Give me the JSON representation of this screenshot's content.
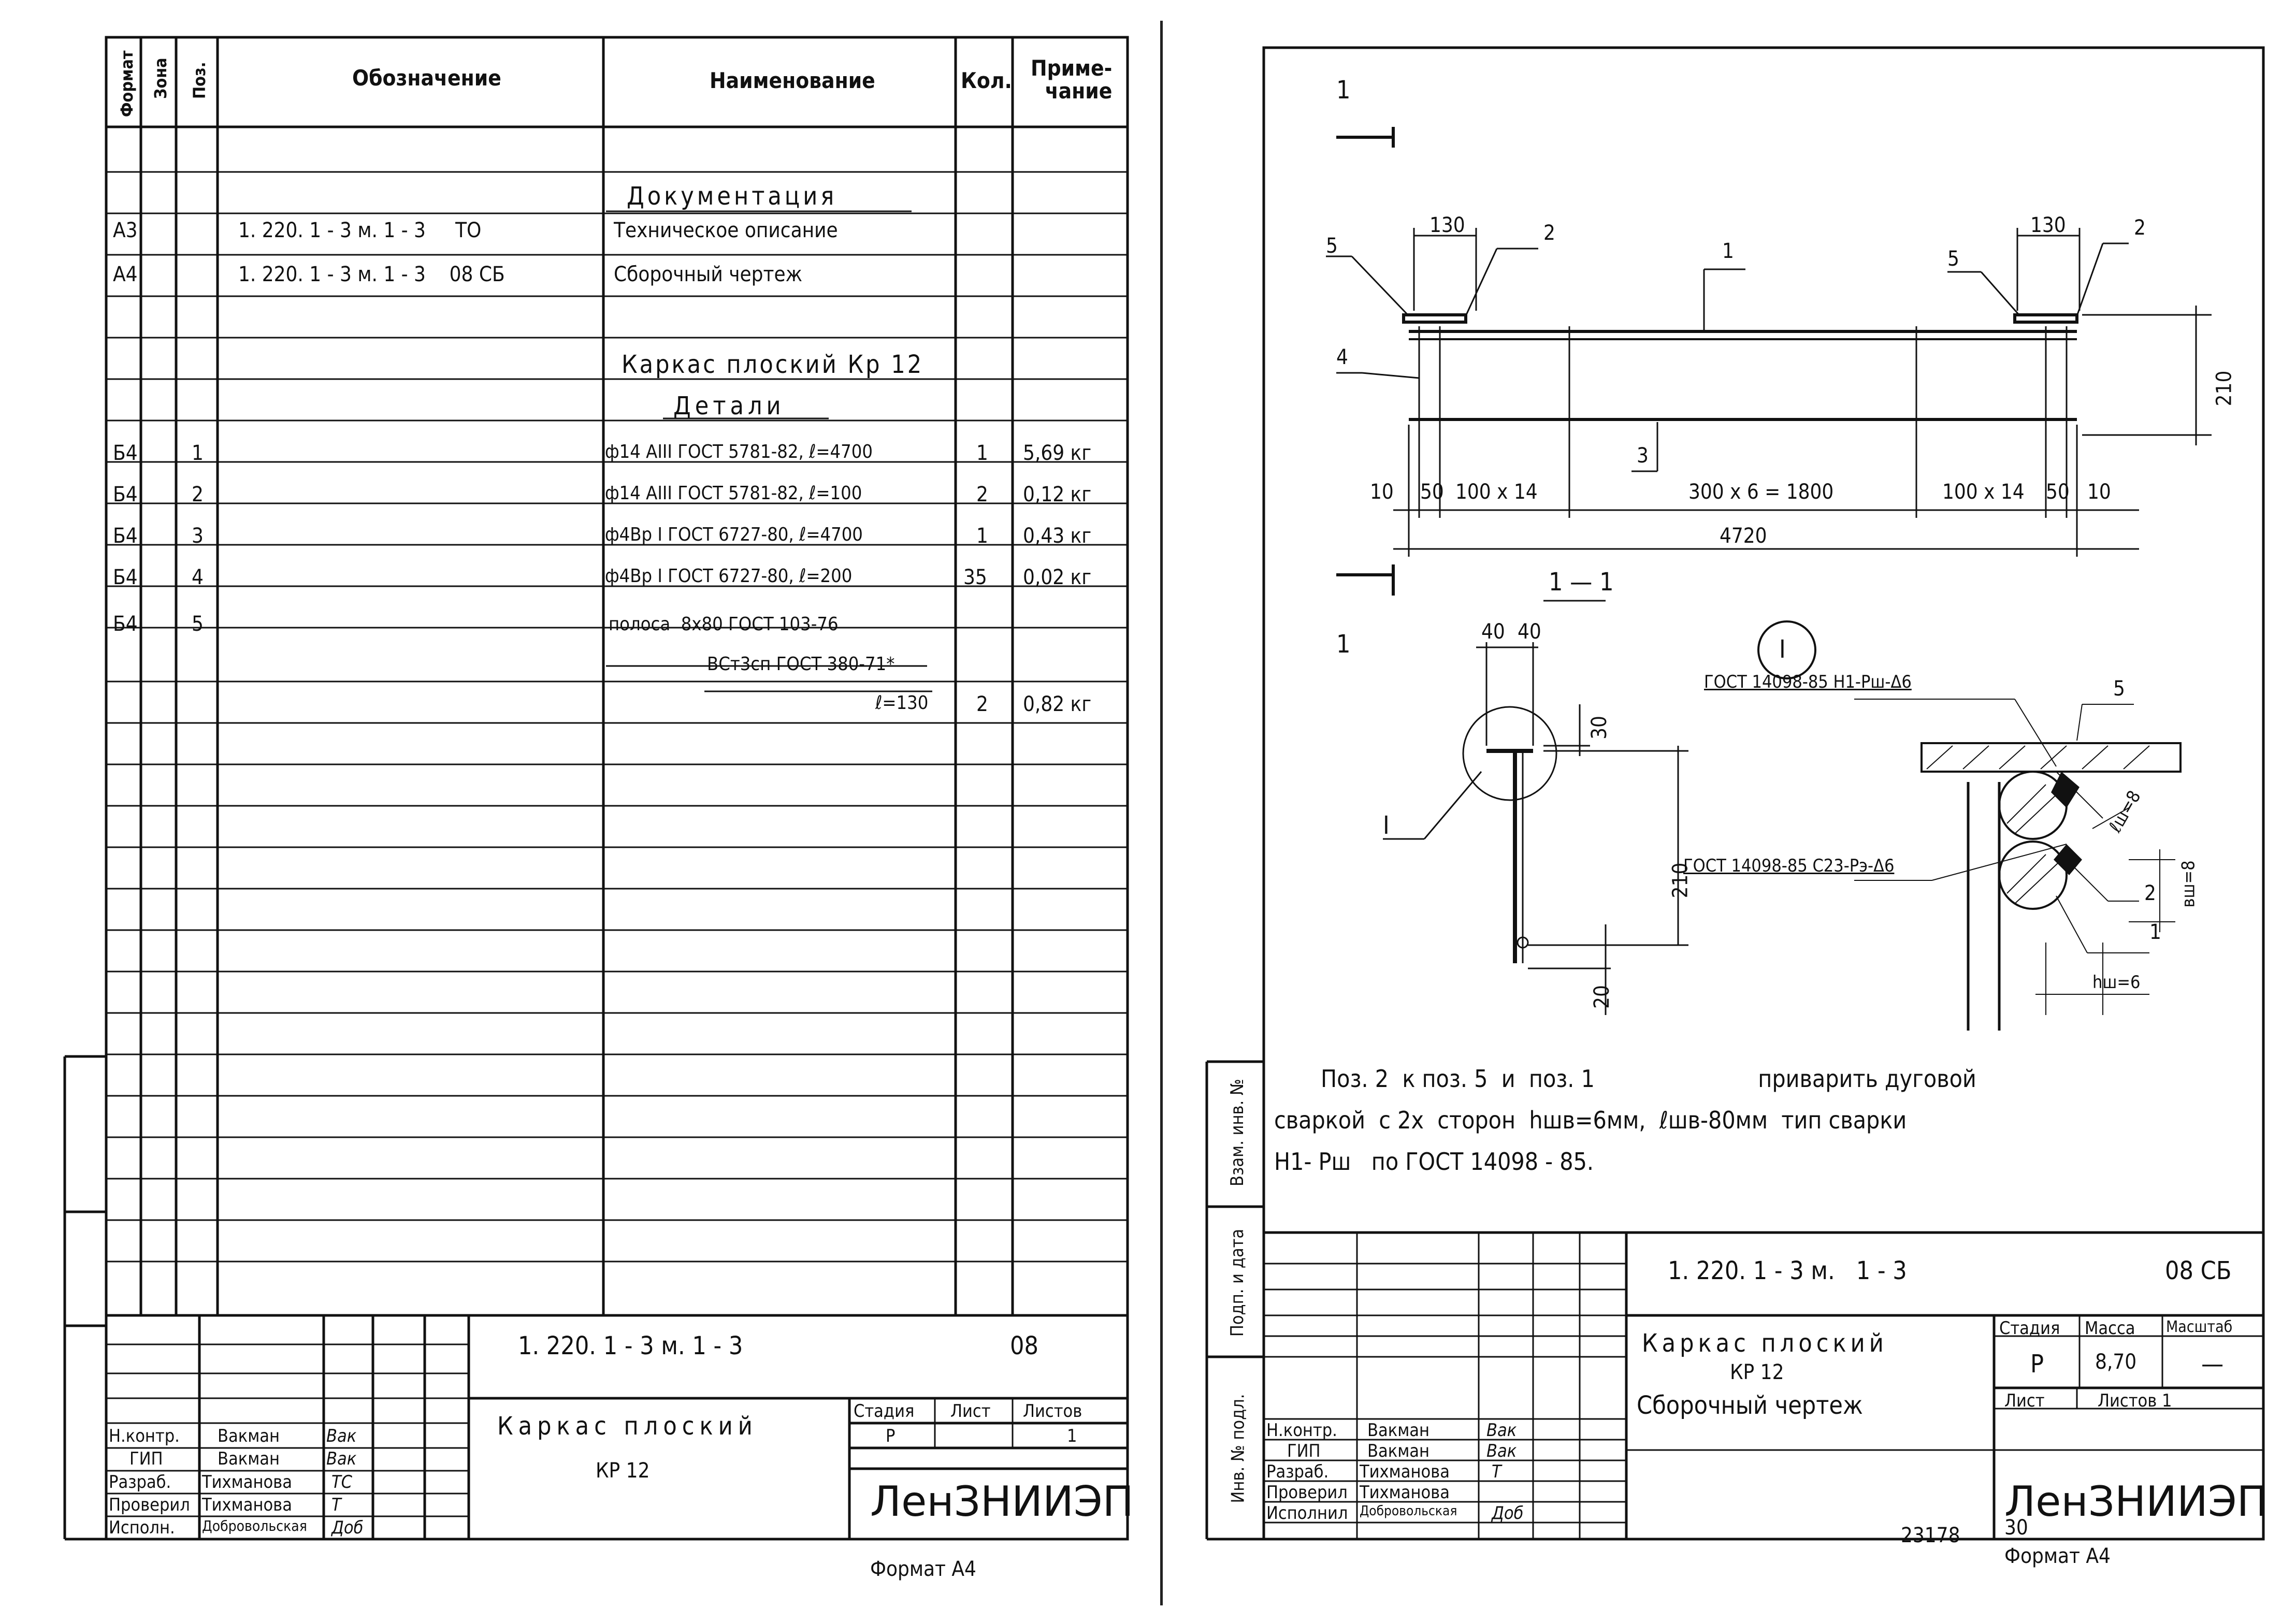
{
  "left": {
    "headers": {
      "format": "Формат",
      "zone": "Зона",
      "pos": "Поз.",
      "designation": "Обозначение",
      "name": "Наименование",
      "qty": "Кол.",
      "note": "Приме-\nчание"
    },
    "section_docs": "Документация",
    "rows": [
      {
        "format": "А3",
        "pos": "",
        "designation": "1. 220. 1 - 3 м. 1 - 3     ТО",
        "name": "Техническое описание",
        "qty": "",
        "note": ""
      },
      {
        "format": "А4",
        "pos": "",
        "designation": "1. 220. 1 - 3 м. 1 - 3    08 СБ",
        "name": "Сборочный чертеж",
        "qty": "",
        "note": ""
      }
    ],
    "section_frame": "Каркас плоский Кр 12",
    "section_parts": "Детали",
    "parts": [
      {
        "format": "Б4",
        "pos": "1",
        "name": "ф14 АIII ГОСТ 5781-82, ℓ=4700",
        "qty": "1",
        "note": "5,69 кг"
      },
      {
        "format": "Б4",
        "pos": "2",
        "name": "ф14 АIII ГОСТ 5781-82, ℓ=100",
        "qty": "2",
        "note": "0,12 кг"
      },
      {
        "format": "Б4",
        "pos": "3",
        "name": "ф4Вр I ГОСТ 6727-80, ℓ=4700",
        "qty": "1",
        "note": "0,43 кг"
      },
      {
        "format": "Б4",
        "pos": "4",
        "name": "ф4Вр I ГОСТ 6727-80, ℓ=200",
        "qty": "35",
        "note": "0,02 кг"
      },
      {
        "format": "Б4",
        "pos": "5",
        "name": "полоса  8x80 ГОСТ 103-76",
        "qty": "",
        "note": ""
      }
    ],
    "part5_line2": "ВСт3сп ГОСТ 380-71*",
    "part5_line3": "ℓ=130",
    "part5_qty": "2",
    "part5_note": "0,82 кг",
    "title_block": {
      "code": "1. 220. 1 - 3 м. 1 - 3",
      "sheet_code": "08",
      "title_line1": "Каркас плоский",
      "title_line2": "КР 12",
      "stage_label": "Стадия",
      "sheet_label": "Лист",
      "sheets_label": "Листов",
      "stage_value": "Р",
      "sheets_value": "1",
      "org": "ЛенЗНИИЭП",
      "people": [
        {
          "role": "Н.контр.",
          "name": "Вакман",
          "sign": "Вак"
        },
        {
          "role": "ГИП",
          "name": "Вакман",
          "sign": "Вак"
        },
        {
          "role": "Разраб.",
          "name": "Тихманова",
          "sign": "ТС"
        },
        {
          "role": "Проверил",
          "name": "Тихманова",
          "sign": "Т"
        },
        {
          "role": "Исполн.",
          "name": "Добровольская",
          "sign": "Доб"
        }
      ]
    },
    "format_label": "Формат А4"
  },
  "right": {
    "view_labels": {
      "cut_top": "1",
      "cut_bottom": "1",
      "section_title": "1 — 1",
      "detail": "I"
    },
    "dims": {
      "left130": "130",
      "right130": "130",
      "h210": "210",
      "d10a": "10",
      "d50a": "50",
      "d100x14a": "100 x 14",
      "d300x6": "300 x 6 = 1800",
      "d100x14b": "100 x 14",
      "d50b": "50",
      "d10b": "10",
      "total": "4720",
      "s40a": "40",
      "s40b": "40",
      "s30": "30",
      "s210": "210",
      "s20": "20"
    },
    "callouts": {
      "p1": "1",
      "p2": "2",
      "p3": "3",
      "p4": "4",
      "p5a": "5",
      "p5b": "5",
      "p2b": "2",
      "dp5": "5",
      "dp2": "2",
      "dp1": "1"
    },
    "weld_labels": {
      "weld1": "ГОСТ 14098-85 Н1-Рш-Δ6",
      "weld2": "ГОСТ 14098-85 С23-Рэ-Δ6",
      "lsh": "ℓш=8",
      "bsh": "вш=8",
      "hsh": "hш=6"
    },
    "note_lines": [
      "Поз. 2  к поз. 5  и  поз. 1                        приварить дуговой",
      "сваркой  с 2х  сторон  hшв=6мм,  ℓшв-80мм  тип сварки",
      "Н1- Рш   по ГОСТ 14098 - 85."
    ],
    "side_labels": {
      "inv_podl": "Инв. № подл.",
      "podp_data": "Подп. и дата",
      "vzam_inv": "Взам. инв. №"
    },
    "title_block": {
      "code": "1. 220. 1 - 3 м.   1 - 3",
      "sheet_code": "08 СБ",
      "title_line1": "Каркас плоский",
      "title_line2": "КР 12",
      "title_line3": "Сборочный чертеж",
      "stage_label": "Стадия",
      "mass_label": "Масса",
      "scale_label": "Масштаб",
      "stage_value": "Р",
      "mass_value": "8,70",
      "scale_value": "—",
      "sheet_label": "Лист",
      "sheets_label": "Листов 1",
      "org": "ЛенЗНИИЭП",
      "people": [
        {
          "role": "Н.контр.",
          "name": "Вакман",
          "sign": "Вак"
        },
        {
          "role": "ГИП",
          "name": "Вакман",
          "sign": "Вак"
        },
        {
          "role": "Разраб.",
          "name": "Тихманова",
          "sign": "Т"
        },
        {
          "role": "Проверил",
          "name": "Тихманова",
          "sign": ""
        },
        {
          "role": "Исполнил",
          "name": "Добровольская",
          "sign": "Доб"
        }
      ]
    },
    "archive_no": "23178",
    "archive_sub": "30",
    "format_label": "Формат А4"
  }
}
